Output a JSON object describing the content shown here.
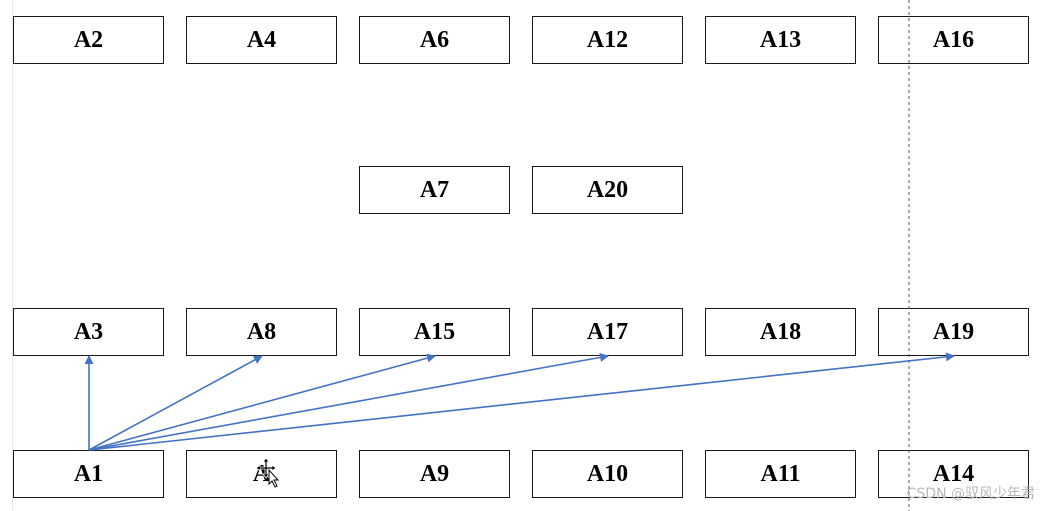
{
  "diagram": {
    "nodes": {
      "A2": "A2",
      "A4": "A4",
      "A6": "A6",
      "A12": "A12",
      "A13": "A13",
      "A16": "A16",
      "A7": "A7",
      "A20": "A20",
      "A3": "A3",
      "A8": "A8",
      "A15": "A15",
      "A17": "A17",
      "A18": "A18",
      "A19": "A19",
      "A1": "A1",
      "A5": "A",
      "A9": "A9",
      "A10": "A10",
      "A11": "A11",
      "A14": "A14"
    },
    "edges": [
      {
        "from": "A1",
        "to": "A3"
      },
      {
        "from": "A1",
        "to": "A8"
      },
      {
        "from": "A1",
        "to": "A15"
      },
      {
        "from": "A1",
        "to": "A17"
      },
      {
        "from": "A1",
        "to": "A19"
      }
    ],
    "arrow_color": "#4472c4"
  },
  "watermark": "CSDN @驭风少年君"
}
